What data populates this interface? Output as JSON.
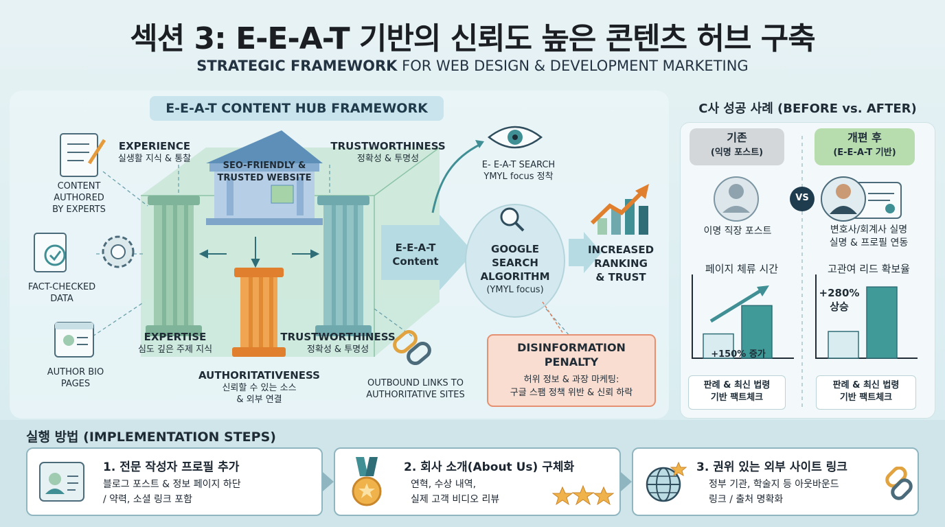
{
  "header": {
    "title": "섹션 3: E-E-A-T 기반의 신뢰도 높은 콘텐츠 허브 구축",
    "subtitle_bold": "STRATEGIC FRAMEWORK",
    "subtitle_rest": " FOR WEB DESIGN & DEVELOPMENT MARKETING"
  },
  "framework": {
    "title": "E-E-A-T CONTENT HUB FRAMEWORK",
    "experience": {
      "title": "EXPERIENCE",
      "desc": "실생활 지식 & 통찰"
    },
    "trust_top": {
      "title": "TRUSTWORTHINESS",
      "desc": "정확성 & 투명성"
    },
    "website": {
      "line1": "SEO-FRIENDLY &",
      "line2": "TRUSTED WEBSITE"
    },
    "content_authored": {
      "line1": "CONTENT",
      "line2": "AUTHORED",
      "line3": "BY EXPERTS"
    },
    "fact_checked": {
      "line1": "FACT-CHECKED",
      "line2": "DATA"
    },
    "author_bio": {
      "line1": "AUTHOR BIO",
      "line2": "PAGES"
    },
    "expertise": {
      "title": "EXPERTISE",
      "desc": "심도 깊은 주제 지식"
    },
    "trust_bottom": {
      "title": "TRUSTWORTHINESS",
      "desc": "정확성 & 투명성"
    },
    "authority": {
      "title": "AUTHORITATIVENESS",
      "desc1": "신뢰할 수 있는 소스",
      "desc2": "& 외부 연결"
    },
    "outbound": {
      "line1": "OUTBOUND LINKS TO",
      "line2": "AUTHORITATIVE SITES"
    },
    "eeat_content": {
      "line1": "E-E-A-T",
      "line2": "Content"
    },
    "search": {
      "line1": "E- E-A-T SEARCH",
      "line2": "YMYL focus 정착"
    },
    "google": {
      "line1": "GOOGLE",
      "line2": "SEARCH",
      "line3": "ALGORITHM",
      "line4": "(YMYL focus)"
    },
    "ranking": {
      "line1": "INCREASED",
      "line2": "RANKING",
      "line3": "& TRUST"
    },
    "penalty": {
      "title1": "DISINFORMATION",
      "title2": "PENALTY",
      "desc1": "허위 정보 & 과장 마케팅:",
      "desc2": "구글 스팸 정책 위반 & 신뢰 하락"
    }
  },
  "case": {
    "title": "C사 성공 사례 (BEFORE vs. AFTER)",
    "vs": "VS",
    "before": {
      "label": "기존",
      "sub": "(익명 포스트)",
      "caption": "이명 직장 포스트",
      "metric": "페이지 체류 시간",
      "value_label": "+150% 증가",
      "box1": "판례 & 최신 법령",
      "box2": "기반 팩트체크",
      "bar_values": [
        0.3,
        0.65
      ]
    },
    "after": {
      "label": "개편 후",
      "sub": "(E-E-A-T 기반)",
      "caption1": "변호사/회계사 실명",
      "caption2": "실명 & 프로필 연동",
      "metric": "고관여 리드 확보율",
      "value_label1": "+280%",
      "value_label2": "상승",
      "box1": "판례 & 최신 법령",
      "box2": "기반 팩트체크",
      "bar_values": [
        0.33,
        0.88
      ]
    }
  },
  "steps": {
    "title": "실행 방법 (IMPLEMENTATION STEPS)",
    "items": [
      {
        "title": "1. 전문 작성자 프로필 추가",
        "line1": "블로그 포스트 & 정보 페이지 하단",
        "line2": "/ 약력, 소셜 링크 포함"
      },
      {
        "title": "2. 회사 소개(About Us) 구체화",
        "line1": "연혁, 수상 내역,",
        "line2": "실제 고객 비디오 리뷰"
      },
      {
        "title": "3. 권위 있는 외부 사이트 링크",
        "line1": "정부 기관, 학술지 등 아웃바운드",
        "line2": "링크 / 출처 명확화"
      }
    ]
  },
  "colors": {
    "teal": "#3f8f95",
    "orange": "#e59a3c",
    "penalty_bg": "#f9ddd0",
    "before_pill": "#d4d7d9",
    "after_pill": "#b7dcae"
  }
}
